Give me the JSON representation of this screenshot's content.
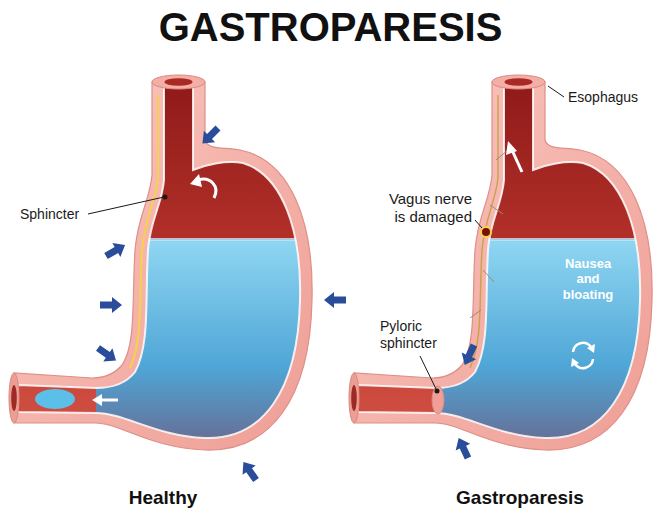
{
  "diagram": {
    "title": "GASTROPARESIS",
    "labels": [
      "Sphincter",
      "Esophagus",
      "Vagus nerve is damaged",
      "Pyloric sphincter",
      "Nausea and bloating",
      "Healthy",
      "Gastroparesis"
    ]
  }
}
